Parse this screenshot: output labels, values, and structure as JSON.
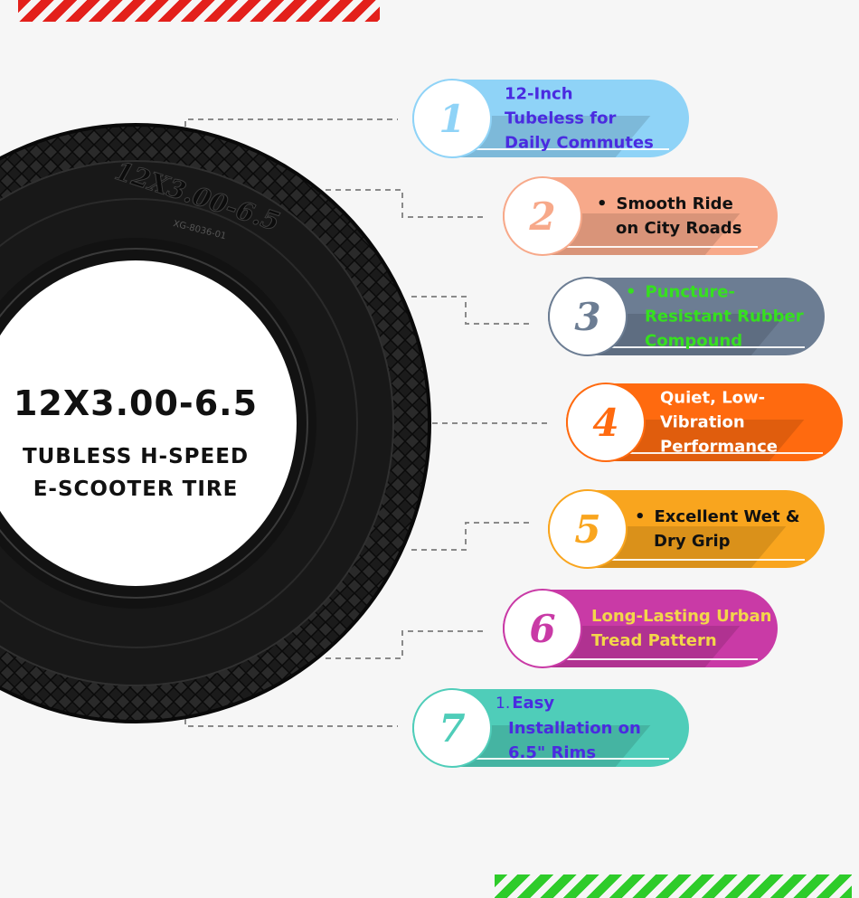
{
  "tire": {
    "size": "12X3.00-6.5",
    "desc_line1": "TUBLESS H-SPEED",
    "desc_line2": "E-SCOOTER TIRE",
    "molded_size": "12X3.00-6.5",
    "molded_code": "XG-8036-01"
  },
  "colors": {
    "stripe_top": "#e3201b",
    "stripe_bottom": "#2ecc2a"
  },
  "features": [
    {
      "number": "1",
      "lines": [
        "12-Inch",
        "Tubeless for",
        "Daily Commutes"
      ],
      "bg": "#8fd3f7",
      "text_color": "#4a2be0",
      "style": "plain"
    },
    {
      "number": "2",
      "lines": [
        "Smooth Ride",
        "on City Roads"
      ],
      "bg": "#f7a98a",
      "text_color": "#111111",
      "style": "bullet"
    },
    {
      "number": "3",
      "lines": [
        "Puncture-",
        "Resistant Rubber",
        "Compound"
      ],
      "bg": "#6c7d93",
      "text_color": "#36e01f",
      "style": "bullet"
    },
    {
      "number": "4",
      "lines": [
        "Quiet, Low-",
        "Vibration",
        "Performance"
      ],
      "bg": "#ff6a0f",
      "text_color": "#ffffff",
      "style": "plain"
    },
    {
      "number": "5",
      "lines": [
        "Excellent Wet &",
        "Dry Grip"
      ],
      "bg": "#f9a51e",
      "text_color": "#111111",
      "style": "bullet"
    },
    {
      "number": "6",
      "lines": [
        "Long-Lasting Urban",
        "Tread Pattern"
      ],
      "bg": "#c93aa6",
      "text_color": "#f3d64a",
      "style": "plain"
    },
    {
      "number": "7",
      "lead": "1.",
      "lines": [
        "Easy",
        "Installation on",
        "6.5\" Rims"
      ],
      "bg": "#4fcdb9",
      "text_color": "#4a2be0",
      "style": "numbered"
    }
  ]
}
